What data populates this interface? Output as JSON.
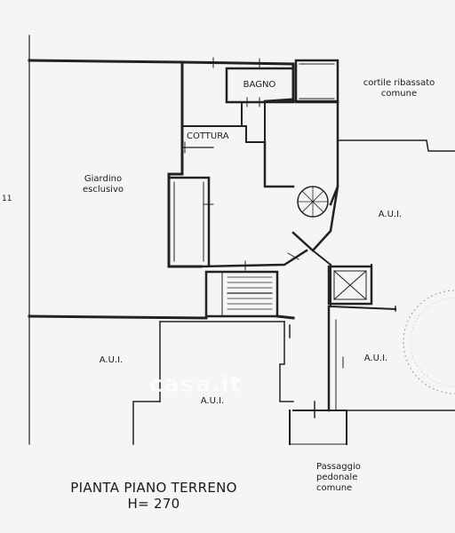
{
  "rooms": {
    "bagno": "BAGNO",
    "cottura": "COTTURA",
    "giardino_line1": "Giardino",
    "giardino_line2": "esclusivo",
    "cortile_line1": "cortile ribassato",
    "cortile_line2": "comune",
    "aui_right_upper": "A.U.I.",
    "aui_left_lower": "A.U.I.",
    "aui_center_lower": "A.U.I.",
    "aui_right_lower": "A.U.I.",
    "passaggio_line1": "Passaggio",
    "passaggio_line2": "pedonale",
    "passaggio_line3": "comune"
  },
  "margin_number": "11",
  "plan_title": {
    "line1": "PIANTA PIANO TERRENO",
    "line2": "H= 270"
  },
  "watermark": "casa.it"
}
